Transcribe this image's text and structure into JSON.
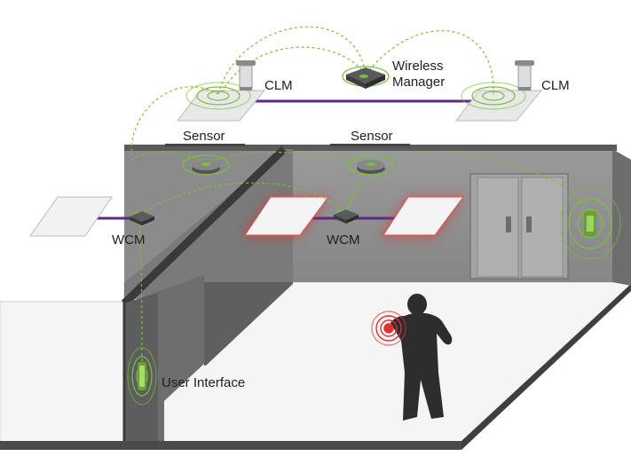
{
  "labels": {
    "clm_left": "CLM",
    "clm_right": "CLM",
    "wireless_manager_line1": "Wireless",
    "wireless_manager_line2": "Manager",
    "sensor_left": "Sensor",
    "sensor_right": "Sensor",
    "wcm_left": "WCM",
    "wcm_right": "WCM",
    "user_interface": "User Interface"
  },
  "colors": {
    "wireless_link": "#7cbf3c",
    "wired_link": "#5b2a86",
    "occupancy_alert": "#e03030",
    "wall": "#8f8f8f",
    "floor": "#f4f4f4"
  },
  "icons": {
    "clm": "ceiling-light-module",
    "wireless_manager": "wireless-manager-hub",
    "sensor": "occupancy-sensor",
    "wcm": "wireless-control-module",
    "user_interface": "wall-keypad",
    "person": "person-silhouette",
    "door": "double-door"
  }
}
